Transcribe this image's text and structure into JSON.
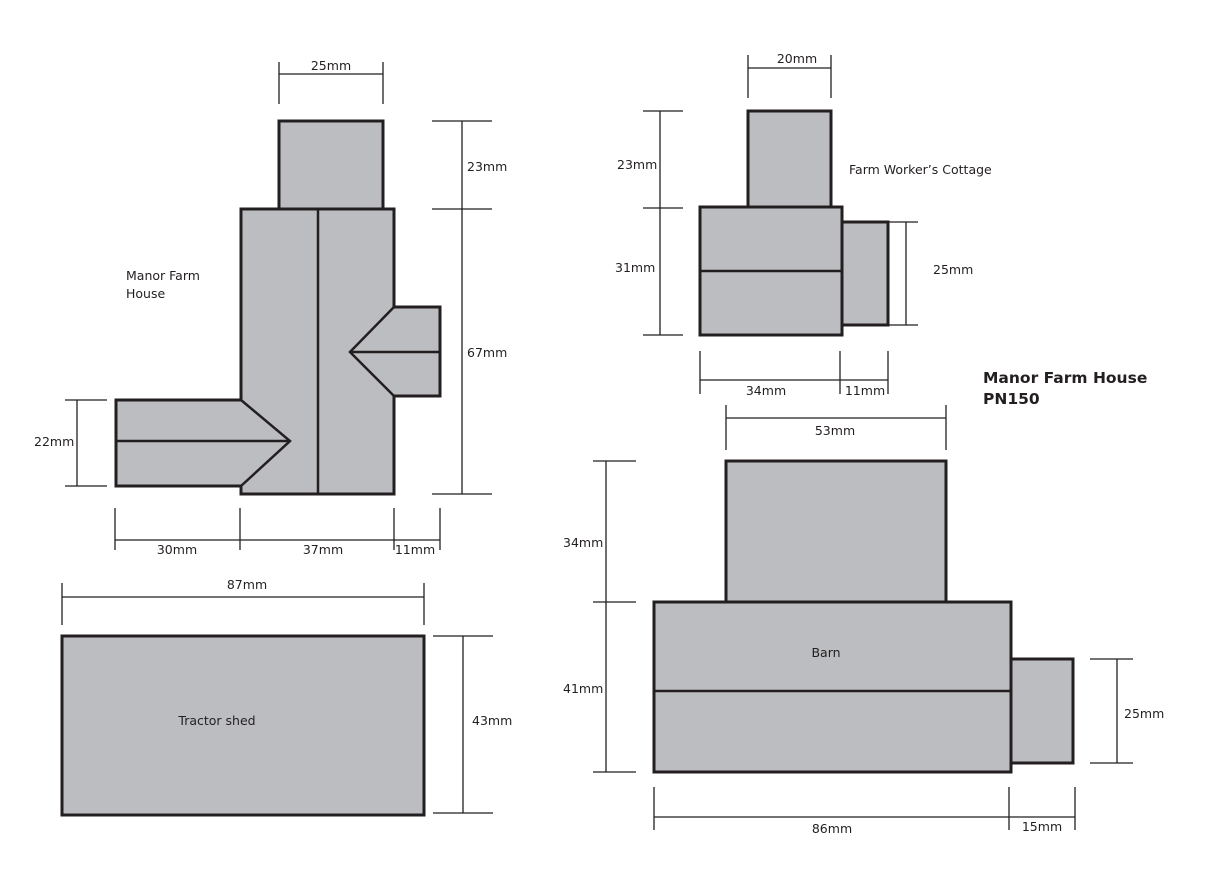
{
  "title": {
    "line1": "Manor Farm House",
    "line2": "PN150"
  },
  "colors": {
    "fill": "#bcbdc0",
    "stroke": "#231f20"
  },
  "manor_house": {
    "name_line1": "Manor Farm",
    "name_line2": "House",
    "dims": {
      "top_width": "25mm",
      "top_height": "23mm",
      "main_height": "67mm",
      "left_wing_height": "22mm",
      "left_wing_width": "30mm",
      "main_width": "37mm",
      "right_wing_width": "11mm"
    }
  },
  "tractor_shed": {
    "name": "Tractor shed",
    "dims": {
      "width": "87mm",
      "height": "43mm"
    }
  },
  "cottage": {
    "name": "Farm Worker’s Cottage",
    "dims": {
      "top_width": "20mm",
      "top_height": "23mm",
      "main_height": "31mm",
      "side_height": "25mm",
      "main_width": "34mm",
      "side_width": "11mm"
    }
  },
  "barn": {
    "name": "Barn",
    "dims": {
      "top_width": "53mm",
      "top_height": "34mm",
      "main_height": "41mm",
      "side_height": "25mm",
      "main_width": "86mm",
      "side_width": "15mm"
    }
  }
}
